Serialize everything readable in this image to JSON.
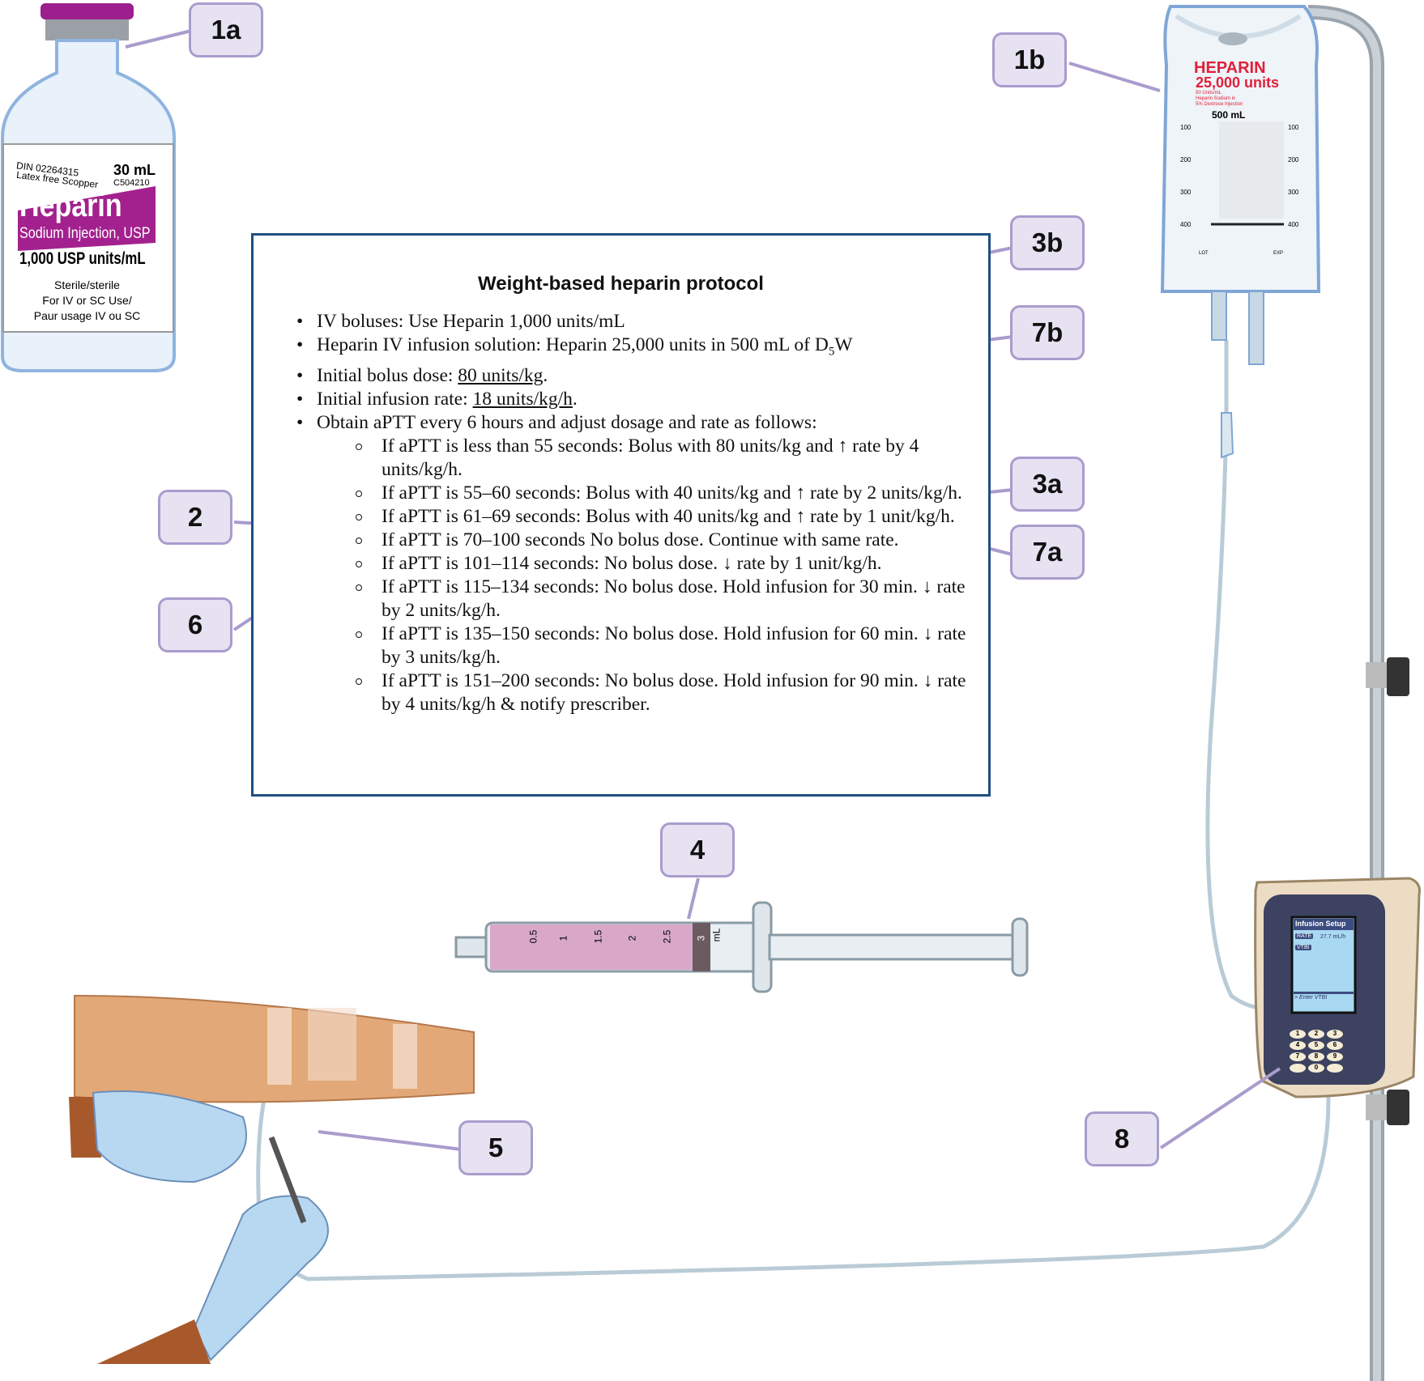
{
  "callouts": {
    "c1a": "1a",
    "c1b": "1b",
    "c3b": "3b",
    "c7b": "7b",
    "c3a": "3a",
    "c7a": "7a",
    "c2": "2",
    "c6": "6",
    "c4": "4",
    "c5": "5",
    "c8": "8"
  },
  "protocol": {
    "title": "Weight-based heparin protocol",
    "bullets": {
      "b1": "IV boluses: Use Heparin 1,000 units/mL",
      "b2_pre": "Heparin IV infusion solution: Heparin 25,000 units in 500 mL of D",
      "b2_sub": "5",
      "b2_post": "W",
      "b3_pre": "Initial bolus dose: ",
      "b3_u": "80 units/kg",
      "b3_post": ".",
      "b4_pre": "Initial infusion rate: ",
      "b4_u": "18 units/kg/h",
      "b4_post": ".",
      "b5": "Obtain aPTT every 6 hours and adjust dosage and rate as follows:"
    },
    "rules": [
      "If aPTT is less than 55 seconds: Bolus with 80 units/kg and ↑ rate by 4 units/kg/h.",
      "If aPTT is 55–60 seconds: Bolus with 40 units/kg and ↑ rate by 2 units/kg/h.",
      "If aPTT is 61–69 seconds: Bolus with 40 units/kg and ↑ rate by 1 unit/kg/h.",
      "If aPTT is 70–100 seconds No bolus dose. Continue with same rate.",
      "If aPTT is 101–114 seconds: No bolus dose. ↓ rate by 1 unit/kg/h.",
      "If aPTT is 115–134 seconds: No bolus dose. Hold infusion  for 30 min. ↓ rate by 2 units/kg/h.",
      "If aPTT is 135–150 seconds: No bolus dose. Hold infusion for 60 min. ↓ rate by 3 units/kg/h.",
      "If aPTT is 151–200 seconds: No bolus dose. Hold infusion for 90 min. ↓ rate by  4 units/kg/h & notify prescriber."
    ]
  },
  "vial": {
    "din": "DIN 02264315",
    "latex": "Latex free Scopper",
    "volume": "30 mL",
    "code": "C504210",
    "name": "Heparin",
    "subtitle": "Sodium Injection, USP",
    "strength": "1,000 USP units/mL",
    "l1": "Sterile/sterile",
    "l2": "For IV or SC Use/",
    "l3": "Paur usage IV ou SC",
    "brand_color": "#a3218e"
  },
  "bag": {
    "name": "HEPARIN",
    "units": "25,000 units",
    "conc": "50 Units/mL",
    "desc1": "Heparin Sodium in",
    "desc2": "5% Dextrose Injection",
    "volume": "500 mL",
    "marks": [
      "100",
      "200",
      "300",
      "400"
    ],
    "lot": "LOT",
    "exp": "EXP",
    "brand_color": "#e0203a"
  },
  "syringe": {
    "ticks": [
      "0.5",
      "1",
      "1.5",
      "2",
      "2.5",
      "3"
    ],
    "unit": "mL"
  },
  "pump": {
    "screen_title": "Infusion Setup",
    "rate_label": "RATE",
    "rate_value": "27.7 mL/h",
    "vtbi_label": "VTBI",
    "prompt": "> Enter VTBI",
    "keys": [
      "1",
      "2",
      "3",
      "4",
      "5",
      "6",
      "7",
      "8",
      "9",
      "",
      "0",
      ""
    ]
  }
}
